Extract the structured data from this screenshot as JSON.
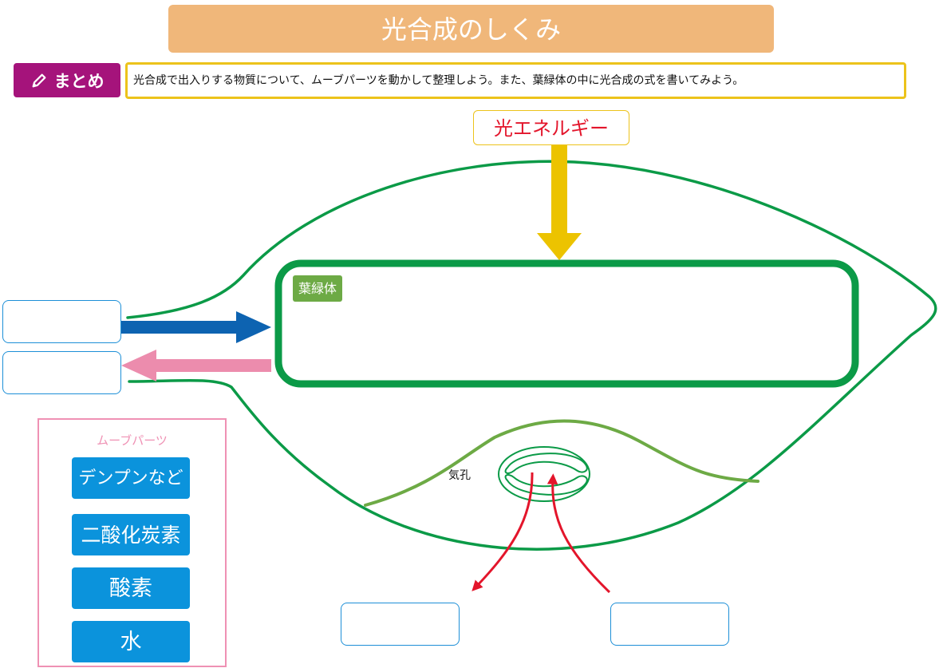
{
  "title": "光合成のしくみ",
  "summary": {
    "badge_label": "まとめ",
    "badge_icon": "pencil-icon",
    "instruction": "光合成で出入りする物質について、ムーブパーツを動かして整理しよう。また、葉緑体の中に光合成の式を書いてみよう。"
  },
  "diagram": {
    "light_label": "光エネルギー",
    "chloroplast_label": "葉緑体",
    "stomata_label": "気孔"
  },
  "move_parts": {
    "title": "ムーブパーツ",
    "items": [
      "デンプンなど",
      "二酸化炭素",
      "酸素",
      "水"
    ]
  },
  "colors": {
    "title_banner": "#f0b77a",
    "badge": "#a5137b",
    "instruction_border": "#ecc31b",
    "leaf_outline": "#0b9a47",
    "vein": "#6daa45",
    "light_arrow": "#ecc300",
    "in_arrow": "#0d63b1",
    "out_arrow": "#ec8cad",
    "stomata_arrows": "#e3152b",
    "parts_chip": "#0b93dc",
    "parts_border": "#ef91b4"
  }
}
